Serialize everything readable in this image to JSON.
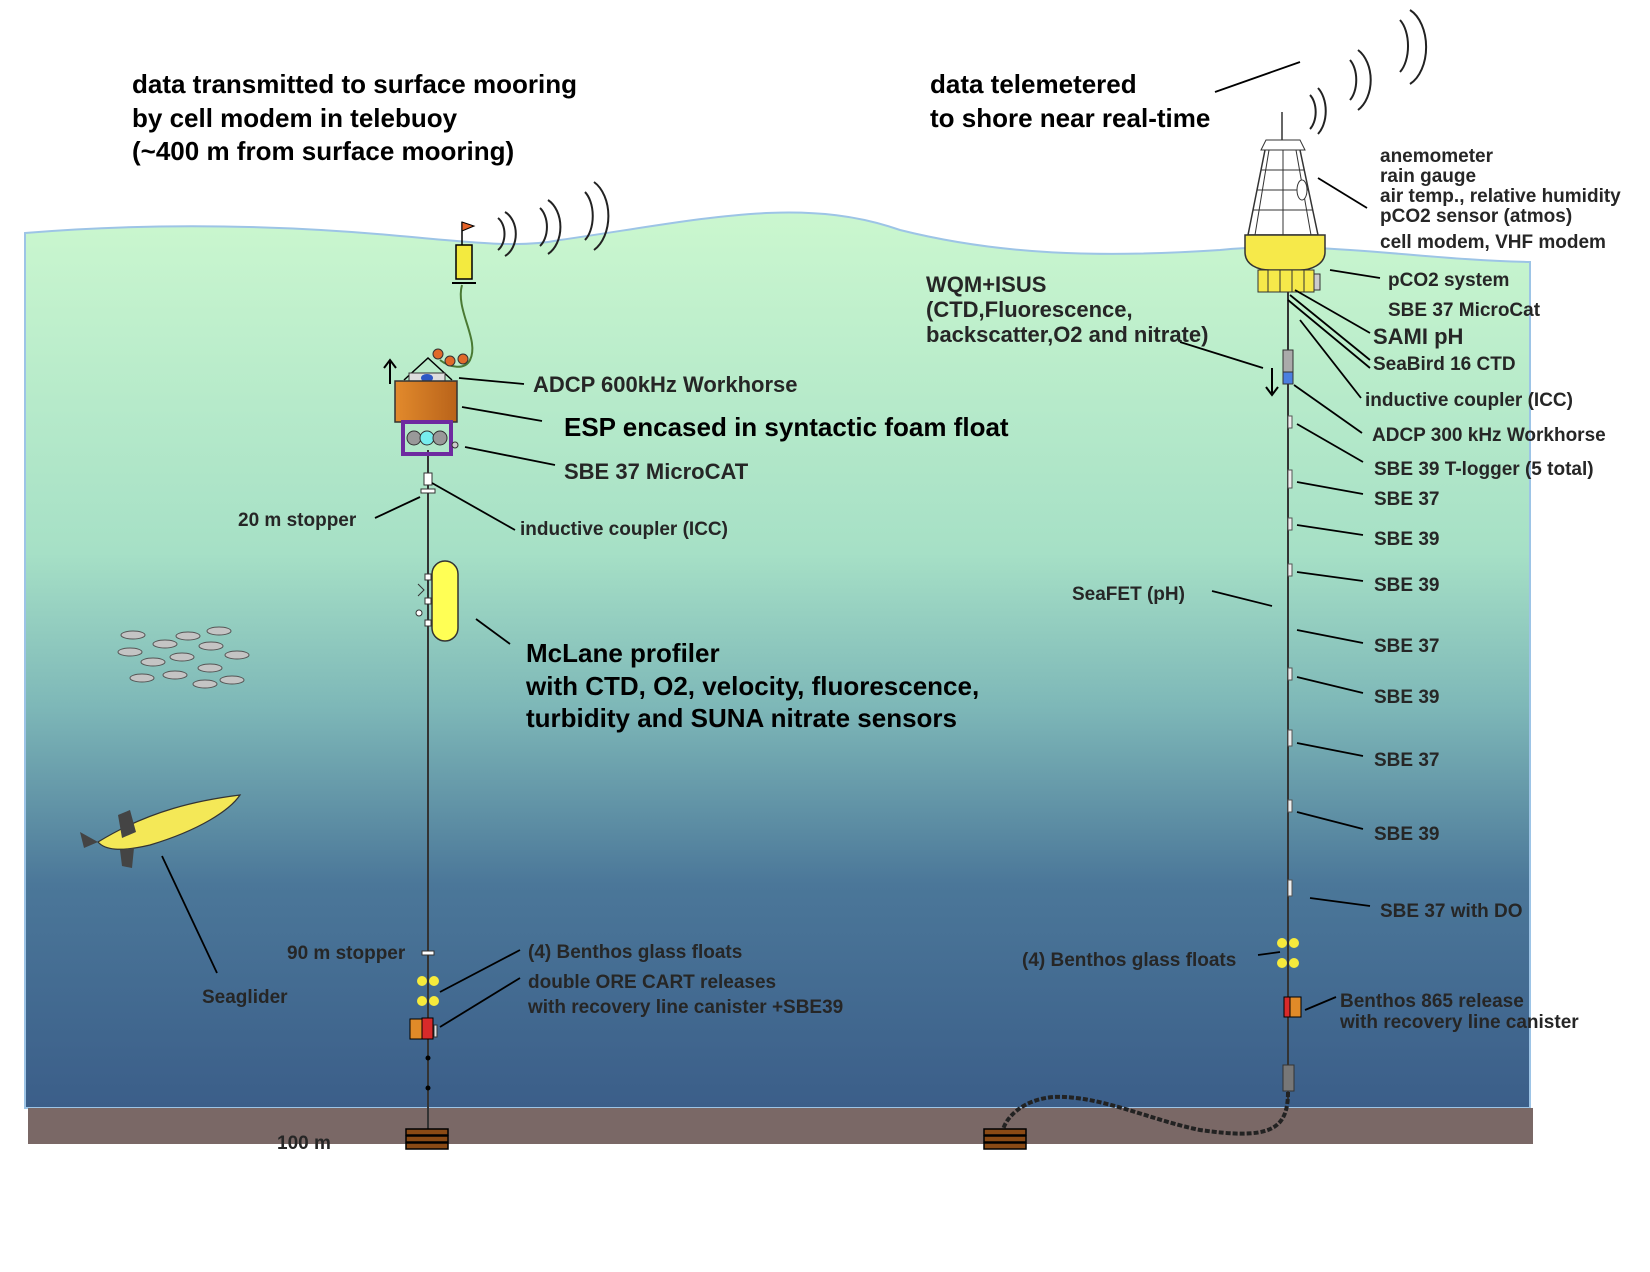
{
  "titles": {
    "left": [
      "data transmitted to surface mooring",
      "by cell modem in telebuoy",
      "(~400 m from surface mooring)"
    ],
    "right": [
      "data telemetered",
      "to shore near real-time"
    ]
  },
  "left_mooring": {
    "adcp": "ADCP 600kHz Workhorse",
    "esp": "ESP encased in syntactic foam float",
    "microcat": "SBE 37 MicroCAT",
    "stopper_20": "20 m  stopper",
    "icc": "inductive coupler (ICC)",
    "profiler": [
      "McLane profiler",
      "with CTD, O2, velocity, fluorescence,",
      "turbidity and SUNA nitrate sensors"
    ],
    "stopper_90": "90 m  stopper",
    "floats": "(4) Benthos glass floats",
    "releases": [
      "double ORE CART releases",
      "with recovery line canister +SBE39"
    ],
    "depth": "100 m"
  },
  "seaglider": "Seaglider",
  "right_mooring": {
    "buoy_sensors": [
      "anemometer",
      "rain gauge",
      "air temp., relative humidity",
      "pCO2 sensor (atmos)",
      "cell modem, VHF modem"
    ],
    "pco2_system": "pCO2 system",
    "microcat": "SBE 37 MicroCat",
    "sami": "SAMI pH",
    "ctd16": "SeaBird 16 CTD",
    "wqm": [
      "WQM+ISUS",
      "(CTD,Fluorescence,",
      "backscatter,O2 and nitrate)"
    ],
    "icc": "inductive coupler (ICC)",
    "adcp": "ADCP 300 kHz Workhorse",
    "tlogger": "SBE 39 T-logger (5 total)",
    "instruments": [
      "SBE 37",
      "SBE 39",
      "SBE 39",
      "SBE 37",
      "SBE 39",
      "SBE 37",
      "SBE 39",
      "SBE 37 with DO"
    ],
    "seafet": "SeaFET (pH)",
    "floats": "(4) Benthos glass floats",
    "release": [
      "Benthos 865 release",
      "with recovery line canister"
    ]
  },
  "colors": {
    "water_top": "#c8f5cc",
    "water_mid": "#9fdcc4",
    "water_bottom": "#3d5f8a",
    "seafloor": "#7a6866",
    "buoy_yellow": "#f6e94a",
    "esp_orange": "#d77a25",
    "anchor_brown": "#8a4a15"
  }
}
